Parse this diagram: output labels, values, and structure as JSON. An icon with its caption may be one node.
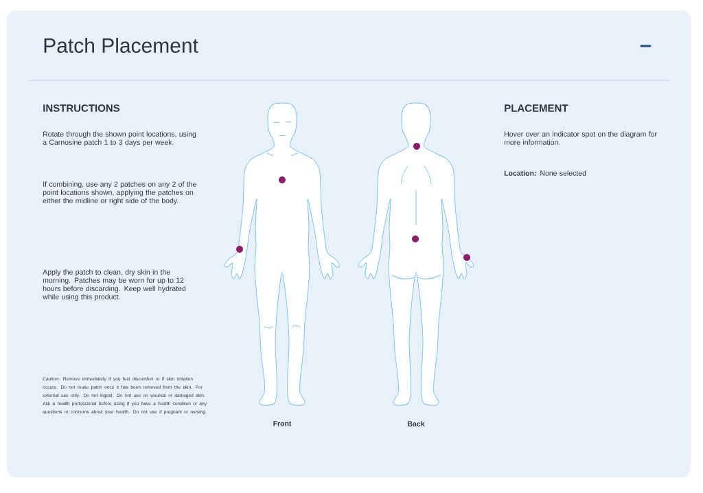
{
  "diagram": {
    "title": "Patch Placement",
    "nodes": [
      {
        "text": [],
        "shape": "person",
        "beside": [
          "Front"
        ]
      },
      {
        "text": [],
        "shape": "person",
        "beside": [
          "Back"
        ]
      }
    ],
    "labels": [
      "INSTRUCTIONS",
      "Rotate through the shown point locations, using a Carnosine patch 1 to 3 days per week.",
      "If combining, use any 2 patches on any 2 of the point locations shown, applying the patches on either the midline or right side of the body.",
      "Apply the patch to clean, dry skin in the morning. Patches may be worn for up to 12 hours before discarding. Keep well hydrated while using this product.",
      "Caution: Remove immediately if you feel discomfort or if skin irritation occurs. Do not reuse patch once it has been removed from the skin. For external use only. Do not ingest. Do not use on wounds or damaged skin. Ask a health professional before using if you have a health condition or any questions or concerns about your health. Do not use if pregnant or nursing.",
      "PLACEMENT",
      "Hover over an indicator spot on the diagram for more information.",
      "**Location:** None selected"
    ]
  }
}
